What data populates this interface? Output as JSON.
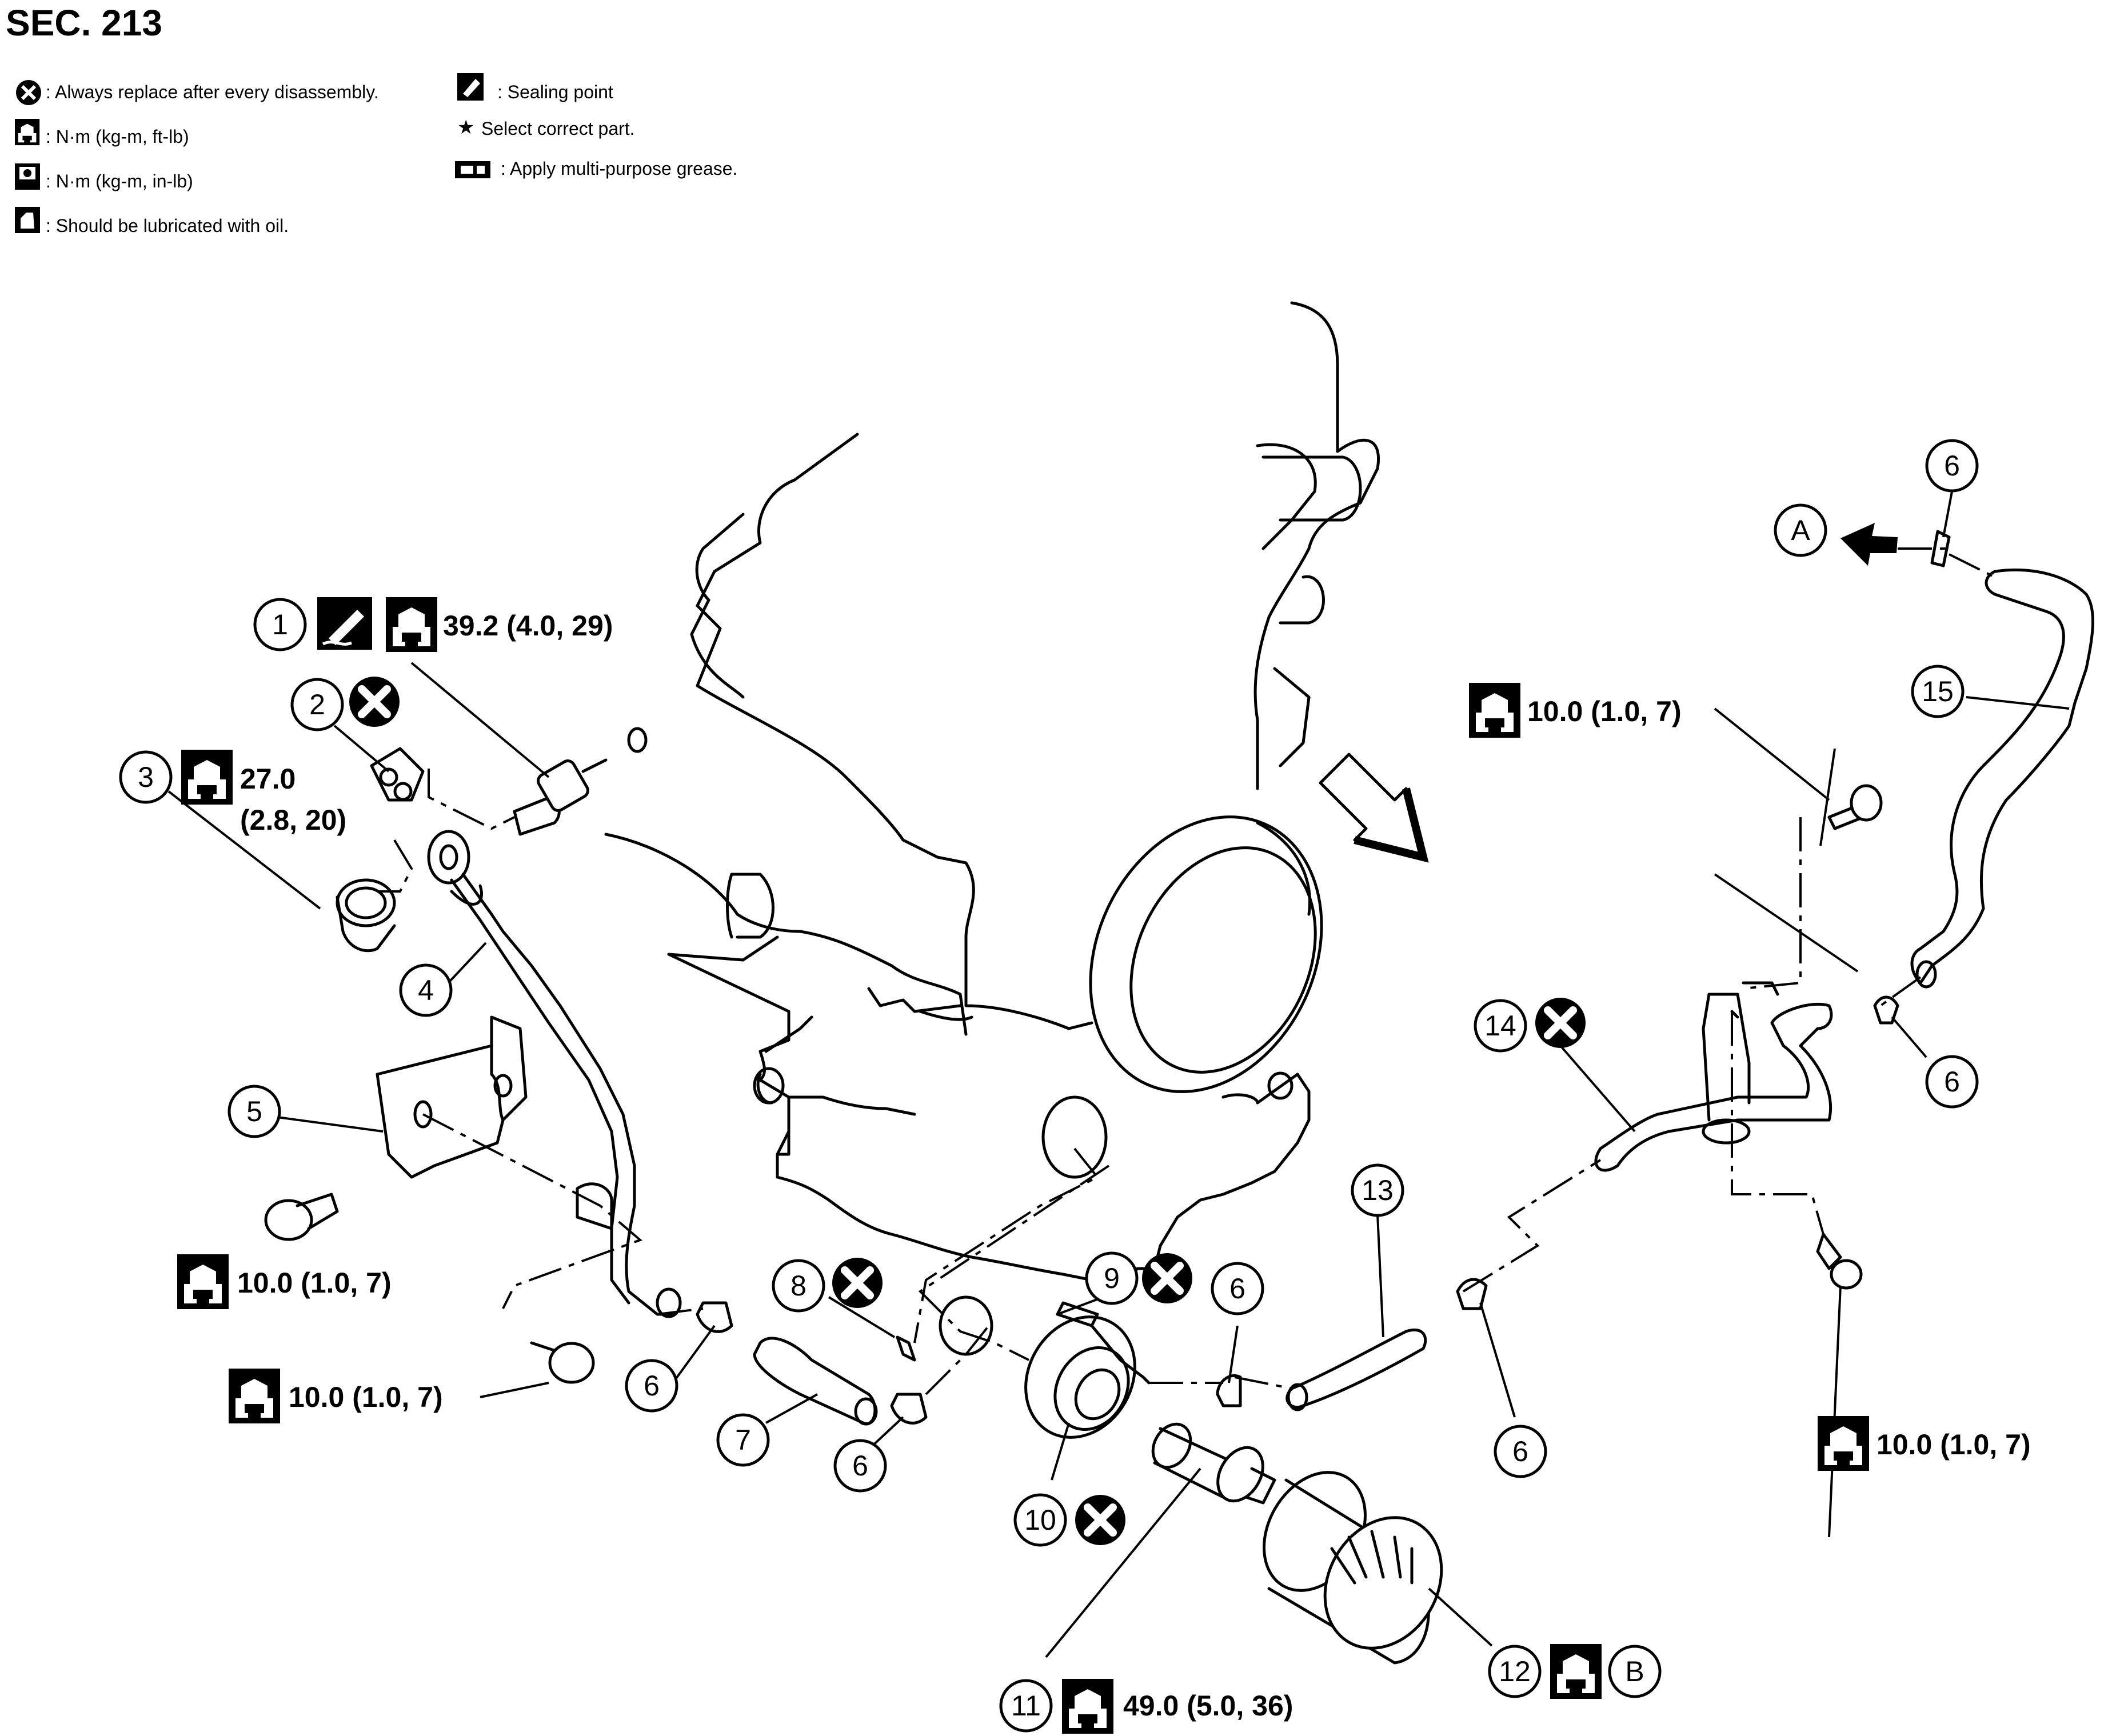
{
  "title": "SEC. 213",
  "legend": [
    {
      "icon": "x-circle-icon",
      "text": ": Always replace after every disassembly."
    },
    {
      "icon": "torque-wrench-icon",
      "text": ": N·m (kg-m, ft-lb)"
    },
    {
      "icon": "torque-wrench-filled-icon",
      "text": ": N·m (kg-m, in-lb)"
    },
    {
      "icon": "oil-can-icon",
      "text": ": Should be lubricated with oil."
    },
    {
      "icon": "sealing-point-icon",
      "text": ": Sealing point"
    },
    {
      "icon": "star-icon",
      "text": "Select correct part."
    },
    {
      "icon": "grease-icon",
      "text": ": Apply multi-purpose grease."
    }
  ],
  "callouts": [
    "1",
    "2",
    "3",
    "4",
    "5",
    "6",
    "6",
    "6",
    "6",
    "6",
    "6",
    "7",
    "8",
    "9",
    "10",
    "11",
    "12",
    "13",
    "14",
    "15",
    "A",
    "B"
  ],
  "torque_specs": [
    {
      "part": "1",
      "value": "39.2 (4.0, 29)"
    },
    {
      "part": "3",
      "value_line1": "27.0",
      "value_line2": "(2.8, 20)"
    },
    {
      "part": "bracket-bolt",
      "value": "10.0 (1.0, 7)"
    },
    {
      "part": "tube-bolt",
      "value": "10.0 (1.0, 7)"
    },
    {
      "part": "upper-right-bolt",
      "value": "10.0 (1.0, 7)"
    },
    {
      "part": "lower-right-bolt",
      "value": "10.0 (1.0, 7)"
    },
    {
      "part": "11",
      "value": "49.0 (5.0, 36)"
    }
  ],
  "colors": {
    "ink": "#000000",
    "paper": "#ffffff"
  }
}
